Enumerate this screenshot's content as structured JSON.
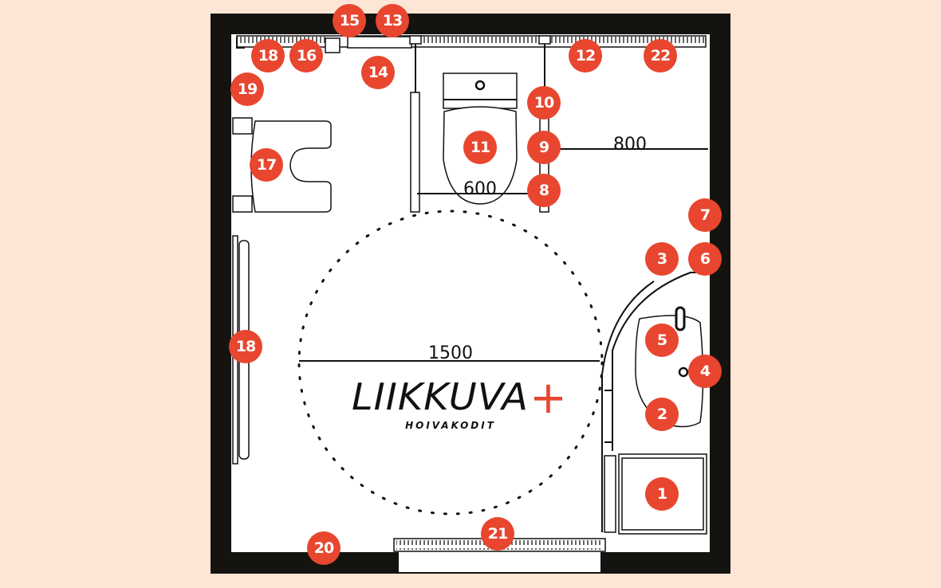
{
  "plan": {
    "dimensions": {
      "d800": "800",
      "d600": "600",
      "d1500": "1500"
    },
    "logo": {
      "name": "LIIKKUVA",
      "plus": "+",
      "subtitle": "HOIVAKODIT"
    },
    "markers": [
      "1",
      "2",
      "3",
      "4",
      "5",
      "6",
      "7",
      "8",
      "9",
      "10",
      "11",
      "12",
      "13",
      "14",
      "15",
      "16",
      "17",
      "18",
      "18",
      "19",
      "20",
      "21",
      "22"
    ],
    "colors": {
      "background": "#fde6d5",
      "wall": "#15130f",
      "marker": "#e8462f"
    }
  }
}
